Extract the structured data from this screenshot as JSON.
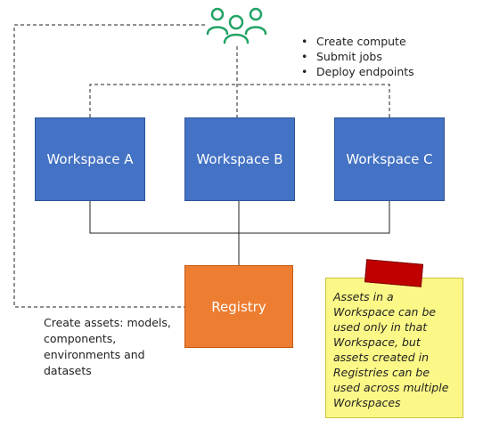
{
  "workspaces": [
    {
      "label": "Workspace A"
    },
    {
      "label": "Workspace B"
    },
    {
      "label": "Workspace C"
    }
  ],
  "registry": {
    "label": "Registry"
  },
  "user_actions": [
    "Create compute",
    "Submit jobs",
    "Deploy endpoints"
  ],
  "assets_caption": "Create assets: models, components, environments and datasets",
  "sticky_note": "Assets in a Workspace can be used only in that Workspace, but assets created in Registries can be used across multiple Workspaces",
  "colors": {
    "workspace": "#4472c4",
    "registry": "#ed7d31",
    "users_icon": "#21a366",
    "sticky_note": "#fcf887",
    "pin": "#c00000"
  },
  "icons": {
    "users": "users-icon"
  }
}
